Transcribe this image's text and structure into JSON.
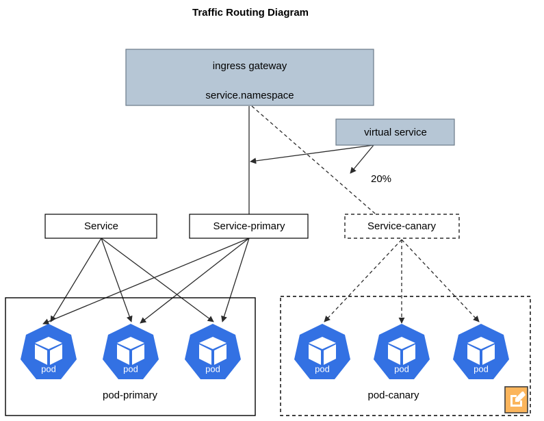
{
  "diagram": {
    "title": "Traffic Routing Diagram",
    "nodes": {
      "ingress_gateway": {
        "line1": "ingress gateway",
        "line2": "service.namespace",
        "fill": "#b6c6d5",
        "style": "solid"
      },
      "virtual_service": {
        "label": "virtual service",
        "fill": "#b6c6d5",
        "style": "solid"
      },
      "service": {
        "label": "Service",
        "fill": "#ffffff",
        "style": "solid"
      },
      "service_primary": {
        "label": "Service-primary",
        "fill": "#ffffff",
        "style": "solid"
      },
      "service_canary": {
        "label": "Service-canary",
        "fill": "#ffffff",
        "style": "dashed"
      }
    },
    "edge_labels": {
      "canary_weight": "20%"
    },
    "groups": [
      {
        "id": "pod-primary",
        "label": "pod-primary",
        "style": "solid",
        "pods": [
          {
            "label": "pod"
          },
          {
            "label": "pod"
          },
          {
            "label": "pod"
          }
        ]
      },
      {
        "id": "pod-canary",
        "label": "pod-canary",
        "style": "dashed",
        "pods": [
          {
            "label": "pod"
          },
          {
            "label": "pod"
          },
          {
            "label": "pod"
          }
        ]
      }
    ],
    "controls": {
      "edit_button": {
        "icon": "edit-pencil-square-icon",
        "fill": "#fbb55c"
      }
    },
    "colors": {
      "node_fill": "#b6c6d5",
      "pod_blue": "#3371e3",
      "edit_orange": "#fbb55c",
      "stroke": "#000000"
    }
  }
}
